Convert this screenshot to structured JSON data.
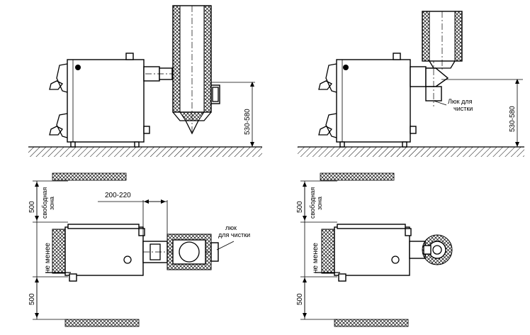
{
  "labels": {
    "dim_height_left": "530-580",
    "dim_height_right": "530-580",
    "cleaning_hatch_right_line1": "Люк для",
    "cleaning_hatch_right_line2": "чистки",
    "dim_200_220": "200-220",
    "cleaning_hatch_left_line1": "люк",
    "cleaning_hatch_left_line2": "для чистки",
    "dim_500_top_left": "500",
    "free_zone_left_line1": "свободная",
    "free_zone_left_line2": "зона",
    "not_less_left": "не менее",
    "dim_500_bottom_left": "500",
    "dim_500_top_right": "500",
    "free_zone_right_line1": "свободная",
    "free_zone_right_line2": "зона",
    "not_less_right": "не менее",
    "dim_500_bottom_right": "500"
  },
  "colors": {
    "line": "#000000",
    "background": "#ffffff"
  }
}
